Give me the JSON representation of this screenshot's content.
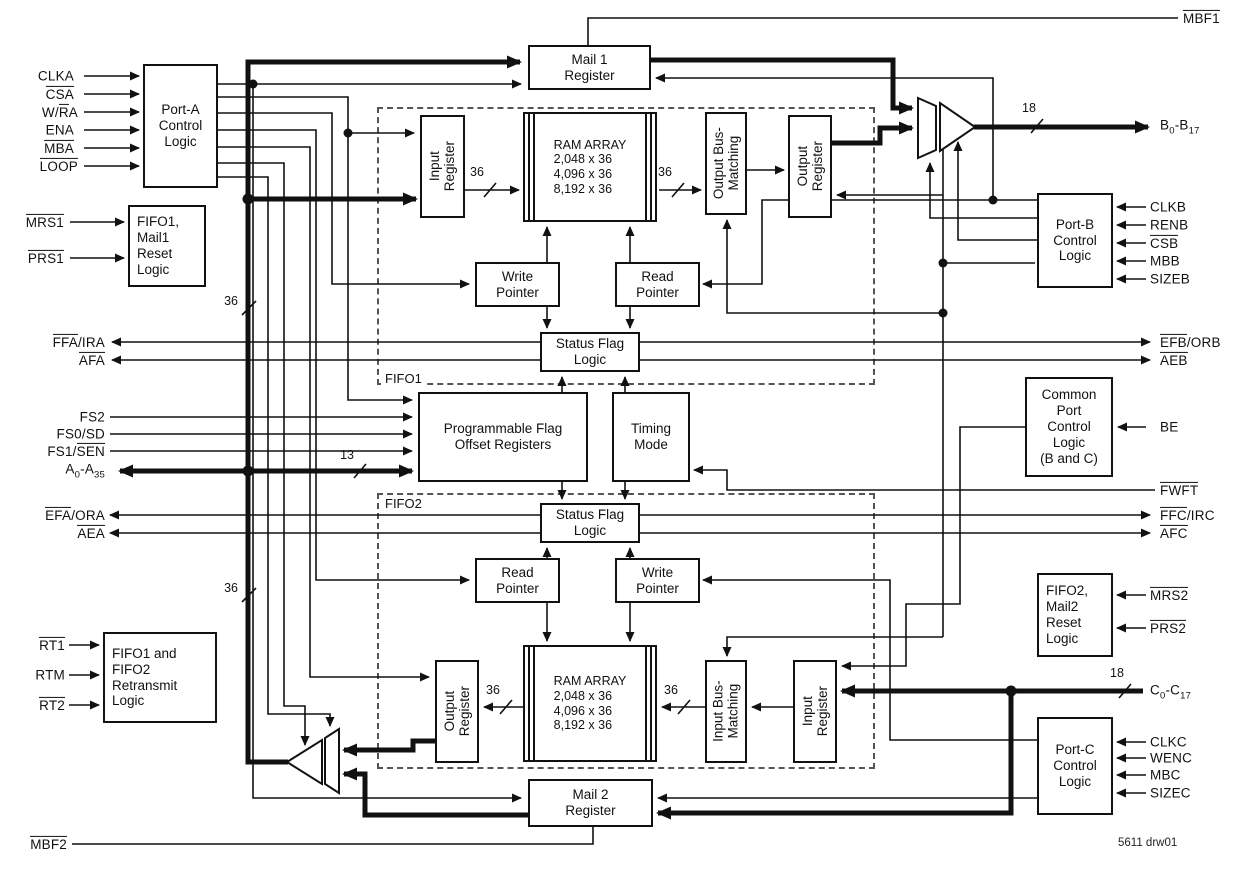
{
  "diagram": {
    "drawing_number": "5611 drw01",
    "fifo1_label": "FIFO1",
    "fifo2_label": "FIFO2"
  },
  "boxes": {
    "port_a": "Port-A\nControl\nLogic",
    "reset1": "FIFO1,\nMail1\nReset\nLogic",
    "retransmit": "FIFO1 and\nFIFO2\nRetransmit\nLogic",
    "mail1": "Mail 1\nRegister",
    "mail2": "Mail 2\nRegister",
    "input_reg1": "Input\nRegister",
    "output_reg1": "Output\nRegister",
    "input_reg2": "Input\nRegister",
    "output_reg2": "Output\nRegister",
    "ram1": "RAM ARRAY\n2,048 x 36\n4,096 x 36\n8,192 x 36",
    "ram2": "RAM ARRAY\n2,048 x 36\n4,096 x 36\n8,192 x 36",
    "output_bus_matching": "Output Bus-\nMatching",
    "input_bus_matching": "Input Bus-\nMatching",
    "write_pointer1": "Write\nPointer",
    "read_pointer1": "Read\nPointer",
    "write_pointer2": "Write\nPointer",
    "read_pointer2": "Read\nPointer",
    "status_flag1": "Status Flag\nLogic",
    "status_flag2": "Status Flag\nLogic",
    "pfor": "Programmable Flag\nOffset Registers",
    "timing": "Timing\nMode",
    "port_b": "Port-B\nControl\nLogic",
    "common": "Common\nPort\nControl\nLogic\n(B and C)",
    "reset2": "FIFO2,\nMail2\nReset\nLogic",
    "port_c": "Port-C\nControl\nLogic"
  },
  "signals": {
    "clka": {
      "pre": "CLKA"
    },
    "csa": {
      "ov": "CSA"
    },
    "wra": {
      "pre": "W/",
      "ov": "R",
      "post": "A"
    },
    "ena": {
      "pre": "ENA"
    },
    "mba": {
      "ov": "MBA"
    },
    "loop": {
      "ov": "LOOP"
    },
    "mrs1": {
      "ov": "MRS1"
    },
    "prs1": {
      "ov": "PRS1"
    },
    "ffa_ira": {
      "ov": "FFA",
      "post": "/IRA"
    },
    "afa": {
      "ov": "AFA"
    },
    "fs2": {
      "pre": "FS2"
    },
    "fs0_sd": {
      "pre": "FS0/SD"
    },
    "fs1_sen": {
      "pre": "FS1/",
      "ov": "SEN"
    },
    "efa_ora": {
      "ov": "EFA",
      "post": "/ORA"
    },
    "aea": {
      "ov": "AEA"
    },
    "rt1": {
      "ov": "RT1"
    },
    "rtm": {
      "pre": "RTM"
    },
    "rt2": {
      "ov": "RT2"
    },
    "mbf2": {
      "ov": "MBF2"
    },
    "mbf1": {
      "ov": "MBF1"
    },
    "clkb": {
      "pre": "CLKB"
    },
    "renb": {
      "pre": "RENB"
    },
    "csb": {
      "ov": "CSB"
    },
    "mbb": {
      "pre": "MBB"
    },
    "sizeb": {
      "pre": "SIZEB"
    },
    "efb_orb": {
      "ov": "EFB",
      "post": "/ORB"
    },
    "aeb": {
      "ov": "AEB"
    },
    "be": {
      "pre": "BE"
    },
    "fwft": {
      "ov": "FWFT"
    },
    "ffc_irc": {
      "ov": "FFC",
      "post": "/IRC"
    },
    "afc": {
      "ov": "AFC"
    },
    "mrs2": {
      "ov": "MRS2"
    },
    "prs2": {
      "ov": "PRS2"
    },
    "clkc": {
      "pre": "CLKC"
    },
    "wenc": {
      "pre": "WENC"
    },
    "mbc": {
      "pre": "MBC"
    },
    "sizec": {
      "pre": "SIZEC"
    },
    "a_bus": {
      "p1": "A",
      "s1": "0",
      "p2": "-A",
      "s2": "35"
    },
    "b_bus": {
      "p1": "B",
      "s1": "0",
      "p2": "-B",
      "s2": "17"
    },
    "c_bus": {
      "p1": "C",
      "s1": "0",
      "p2": "-C",
      "s2": "17"
    }
  },
  "bus_labels": {
    "w36": "36",
    "w18": "18",
    "w13": "13"
  }
}
